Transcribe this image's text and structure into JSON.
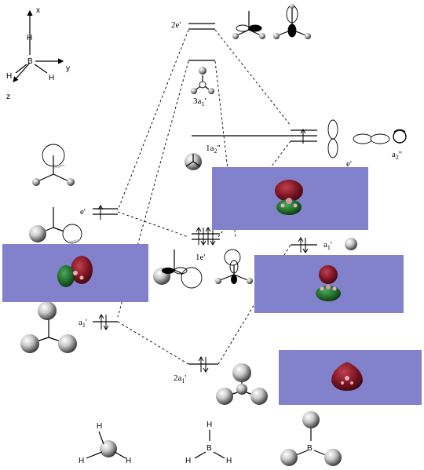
{
  "axes": {
    "x": "x",
    "y": "y",
    "z": "z"
  },
  "atoms": {
    "boron": "B",
    "hydrogen": "H"
  },
  "levels": {
    "two_e_prime": "2e'",
    "three_a1_prime": "3a",
    "three_a1_prime_sub": "1",
    "three_a1_prime_sup": "'",
    "one_a2_dprime": "1a",
    "one_a2_dprime_sub": "2",
    "one_a2_dprime_sup": "''",
    "one_e_prime": "1e'",
    "two_a1_prime": "2a",
    "two_a1_prime_sub": "1",
    "two_a1_prime_sup": "'",
    "left_e_prime": "e'",
    "left_a1_prime": "a",
    "left_a1_prime_sub": "1",
    "left_a1_prime_sup": "'",
    "right_e_prime": "e'",
    "right_a1_prime": "a",
    "right_a1_prime_sub": "1",
    "right_a1_prime_sup": "'",
    "right_a2_dprime": "a",
    "right_a2_dprime_sub": "2",
    "right_a2_dprime_sup": "''"
  },
  "colors": {
    "panel": "#8282cc",
    "lobe_red": "#7a1422",
    "lobe_green": "#1f6a2a",
    "sphere": "#c8c8c8"
  },
  "icons": [
    "electron-up-arrow",
    "electron-down-arrow",
    "sphere-orbital",
    "p-orbital-lobe",
    "coordinate-axes"
  ]
}
